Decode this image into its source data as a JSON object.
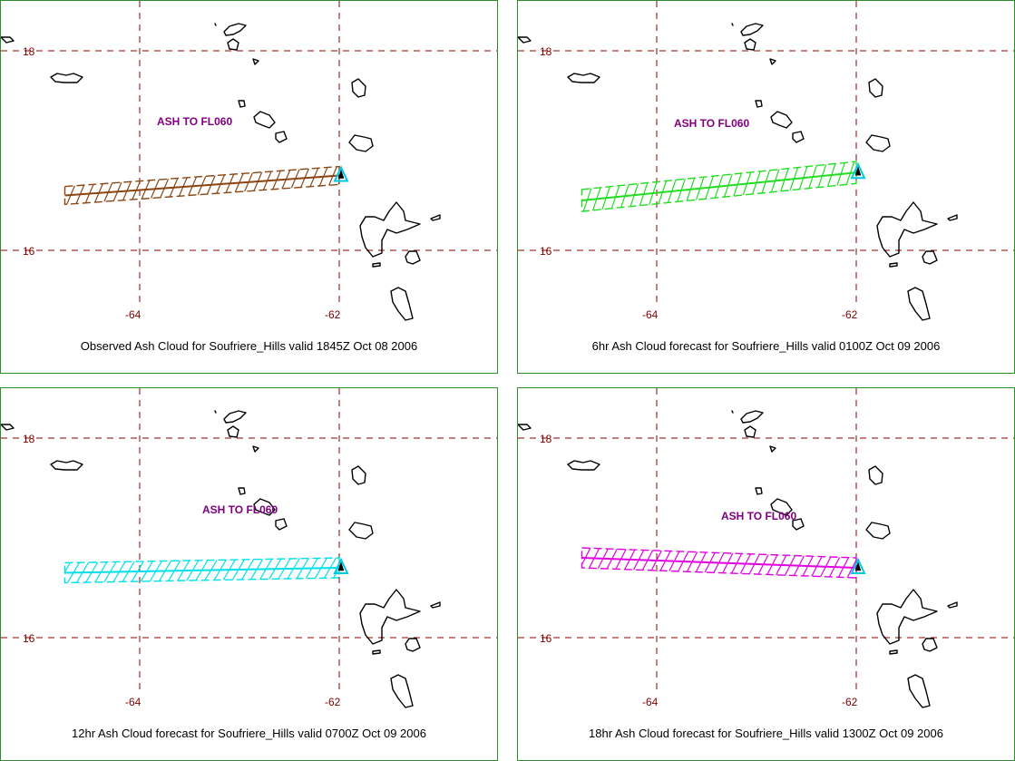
{
  "grid": {
    "latitudes": [
      18,
      16
    ],
    "longitudes": [
      -64,
      -62
    ]
  },
  "colors": {
    "grid": "#8b0000",
    "border": "#2e8b2e",
    "coast": "#000000",
    "label": "#800080",
    "volcano": "#00c8e0"
  },
  "panels": [
    {
      "caption": "Observed Ash Cloud for Soufriere_Hills valid 1845Z Oct 08 2006",
      "ash_label": "ASH TO FL060",
      "color": "#8b4513",
      "cloud": {
        "west": [
          -64.75,
          16.55
        ],
        "east": [
          -62.0,
          16.75
        ],
        "half_width_lat": 0.09
      }
    },
    {
      "caption": "6hr Ash Cloud forecast for Soufriere_Hills valid 0100Z Oct 09 2006",
      "ash_label": "ASH TO FL060",
      "color": "#22dd22",
      "cloud": {
        "west": [
          -64.75,
          16.5
        ],
        "east": [
          -62.0,
          16.78
        ],
        "half_width_lat": 0.11
      }
    },
    {
      "caption": "12hr Ash Cloud forecast for Soufriere_Hills valid 0700Z Oct 09 2006",
      "ash_label": "ASH TO FL060",
      "color": "#00e0e8",
      "cloud": {
        "west": [
          -64.75,
          16.65
        ],
        "east": [
          -62.0,
          16.7
        ],
        "half_width_lat": 0.1
      }
    },
    {
      "caption": "18hr Ash Cloud forecast for Soufriere_Hills valid 1300Z Oct 09 2006",
      "ash_label": "ASH TO FL060",
      "color": "#e000e0",
      "cloud": {
        "west": [
          -64.75,
          16.8
        ],
        "east": [
          -62.0,
          16.7
        ],
        "half_width_lat": 0.1
      }
    }
  ]
}
